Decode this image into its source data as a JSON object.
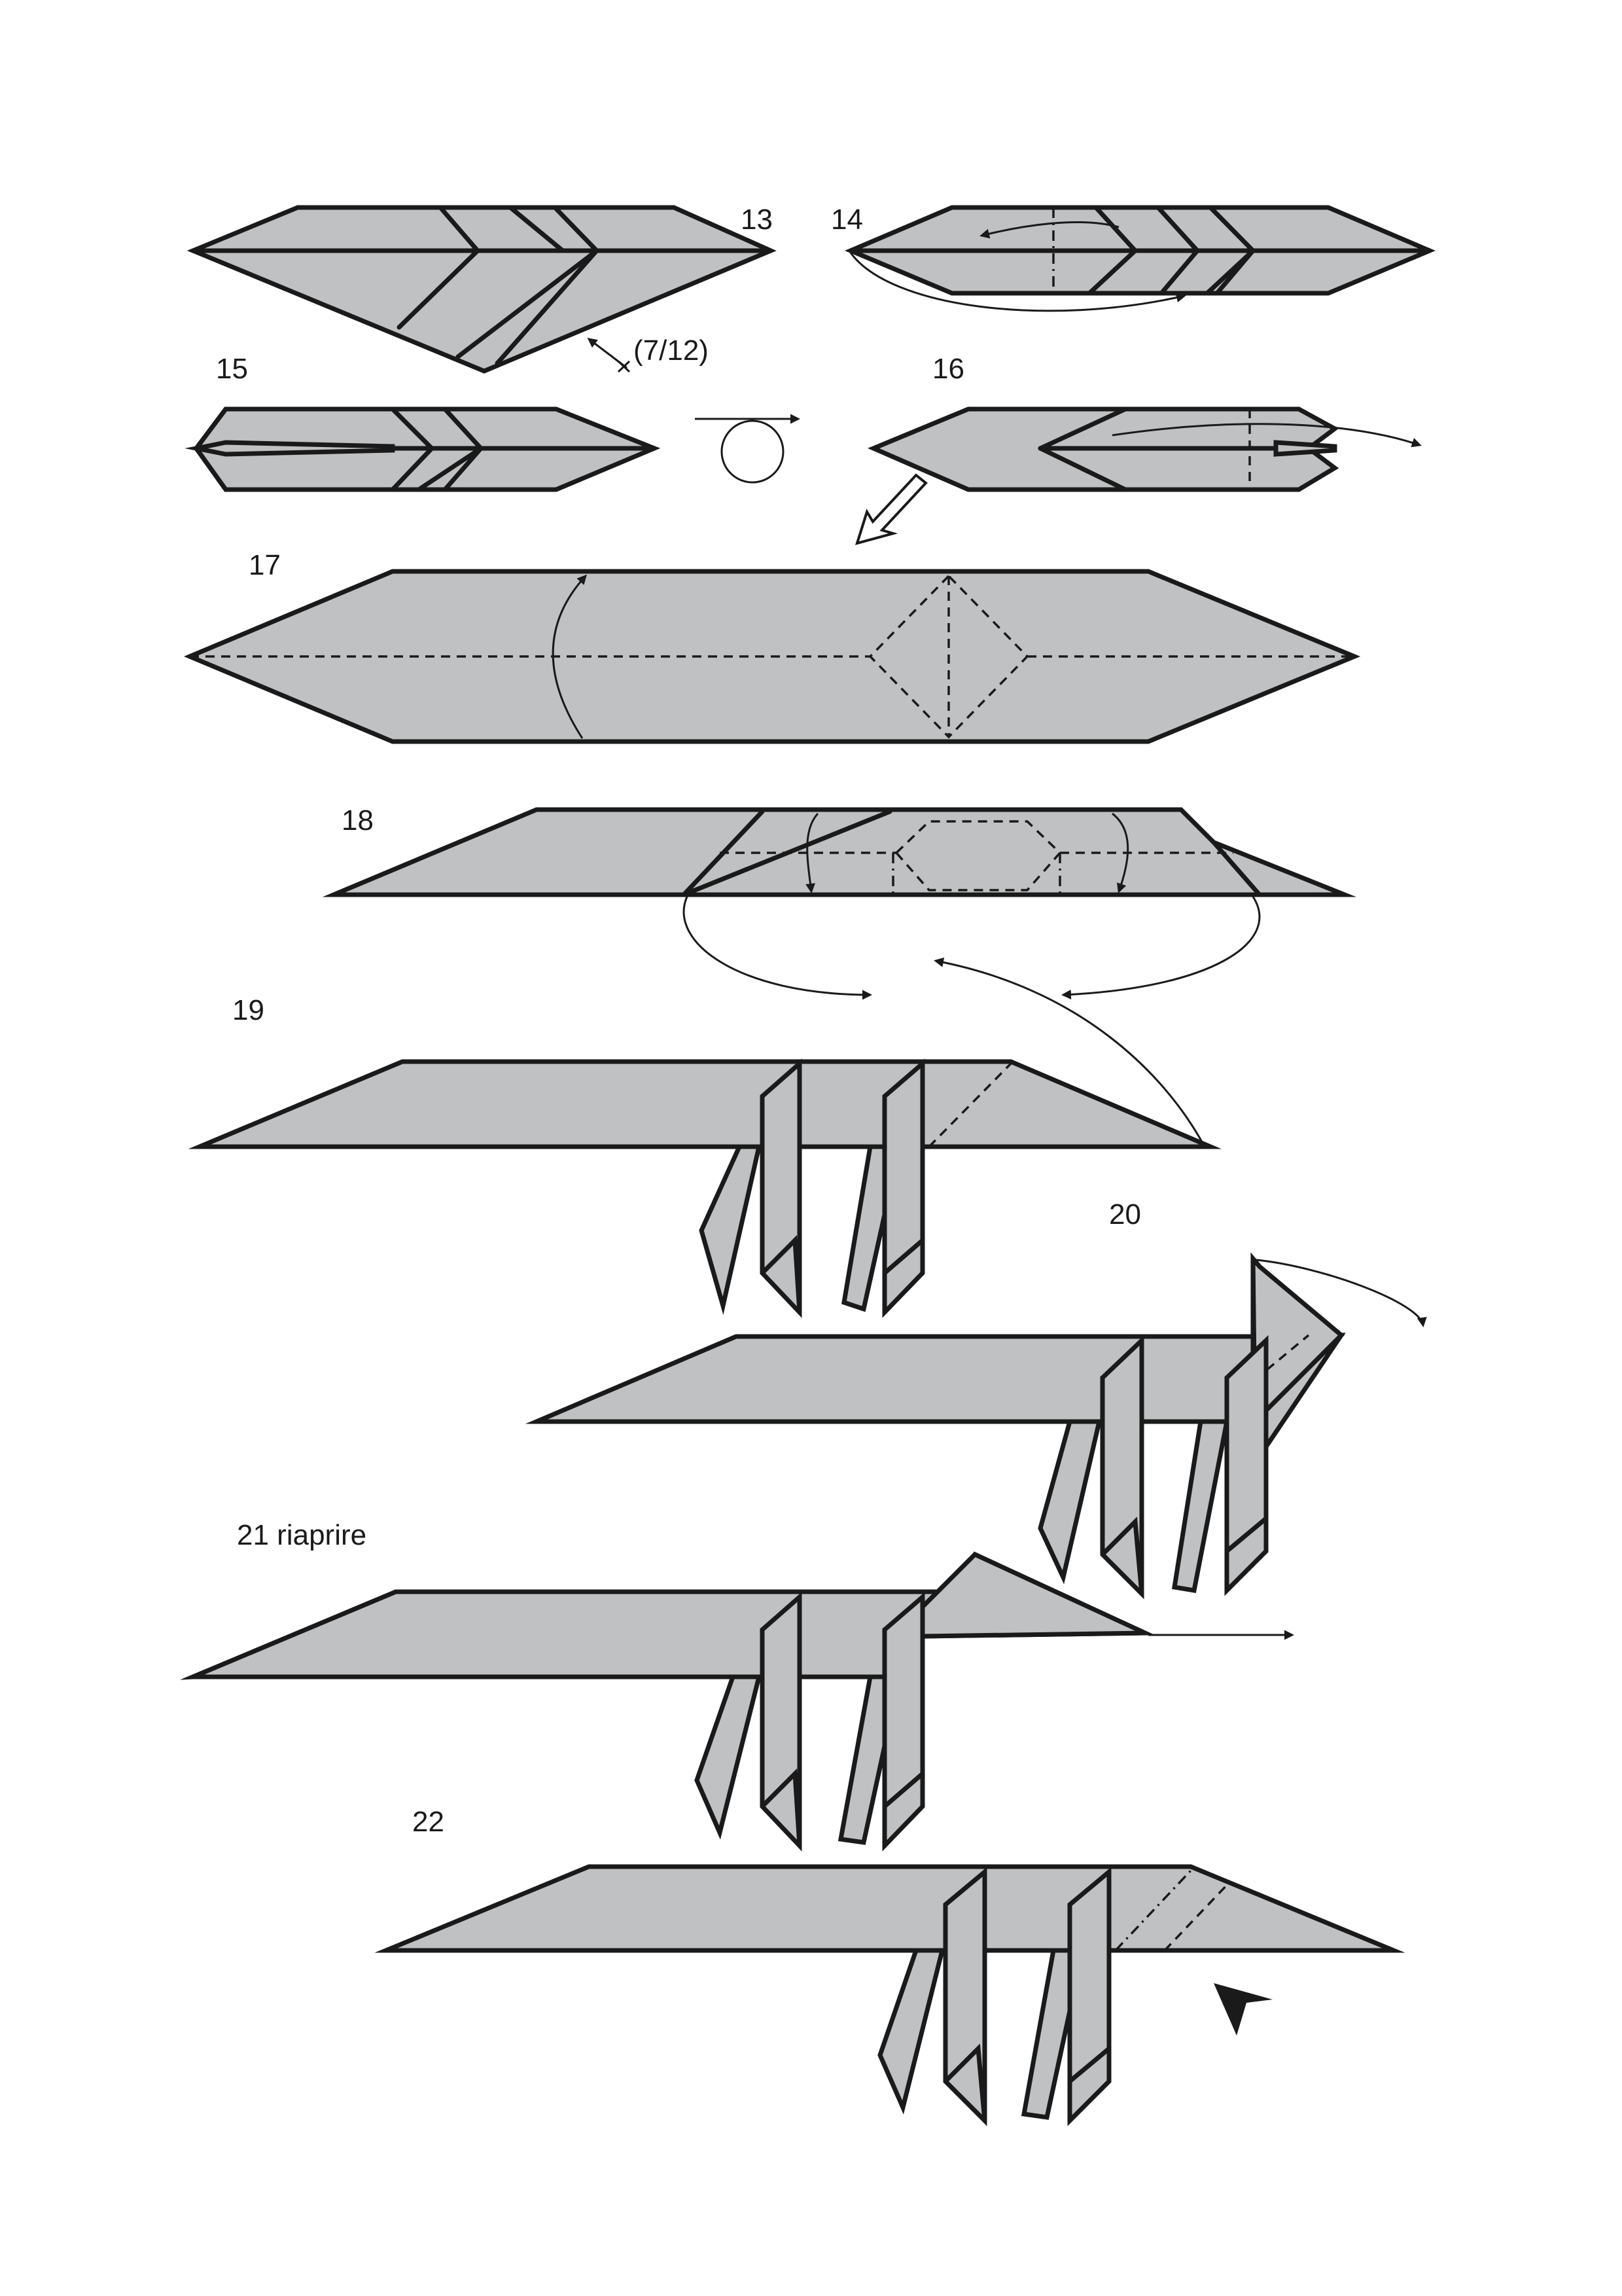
{
  "colors": {
    "paper": "#c0c1c3",
    "line": "#1a1a1a",
    "background": "#ffffff"
  },
  "steps": [
    {
      "number": "13",
      "note": "(7/12)"
    },
    {
      "number": "14"
    },
    {
      "number": "15"
    },
    {
      "number": "16"
    },
    {
      "number": "17"
    },
    {
      "number": "18"
    },
    {
      "number": "19"
    },
    {
      "number": "20"
    },
    {
      "number": "21 riaprire"
    },
    {
      "number": "22"
    }
  ],
  "symbols": [
    "turn-over-icon",
    "zoom-arrow-icon",
    "push-arrow-icon",
    "measure-icon"
  ]
}
